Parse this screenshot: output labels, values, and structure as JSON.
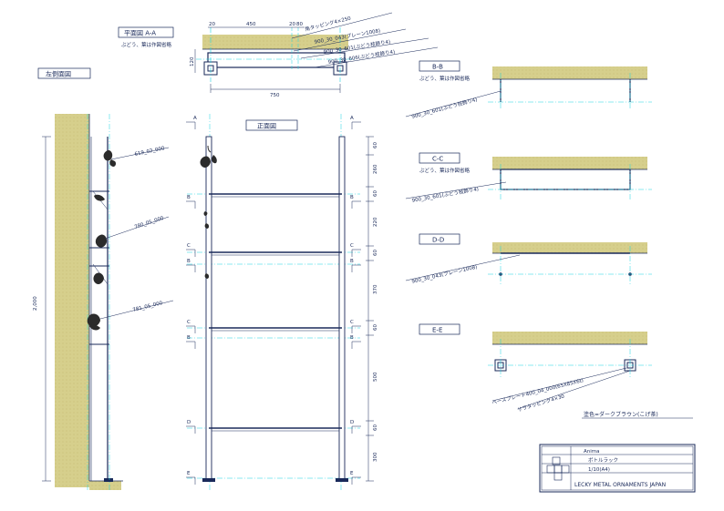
{
  "views": {
    "plan": {
      "title": "平面図 A-A",
      "note": "ぶどう、葉は作図省略"
    },
    "left_side": {
      "title": "左側面図"
    },
    "front": {
      "title": "正面図"
    },
    "bb": {
      "title": "B-B",
      "note": "ぶどう、葉は作図省略"
    },
    "cc": {
      "title": "C-C",
      "note": "ぶどう、葉は作図省略"
    },
    "dd": {
      "title": "D-D"
    },
    "ee": {
      "title": "E-E"
    }
  },
  "plan_dims": {
    "top": [
      "20",
      "450",
      "20",
      "80"
    ],
    "side": "120",
    "bottom": "750"
  },
  "plan_callouts": [
    "角タッピング4×250",
    "900_30_043(プレーン1008)",
    "900_30_601(ぶどう枝飾り4)",
    "900_30_606(ぶどう枝飾り4)"
  ],
  "side_callouts": [
    "619_02_000",
    "780_05_000",
    "781_05_000"
  ],
  "side_dim": "2,000",
  "section_callouts": {
    "bb": "900_30_601(ぶどう枝飾り4)",
    "cc": "900_30_601(ぶどう枝飾り4)",
    "dd": "900_30_043(プレーン1008)",
    "ee_1": "ベースプレート400_04_000(65X85X6t)",
    "ee_2": "サラタッピング4×30"
  },
  "section_letters": {
    "a": "A",
    "b": "B",
    "c": "C",
    "d": "D",
    "e": "E"
  },
  "front_dims": [
    "60",
    "260",
    "60",
    "220",
    "60",
    "370",
    "60",
    "500",
    "60",
    "300"
  ],
  "color_note": "塗色=ダークブラウン(こげ茶)",
  "title_block": {
    "client": "Anima",
    "name": "ボトルラック",
    "scale": "1/10(A4)",
    "company": "LECKY METAL ORNAMENTS JAPAN"
  },
  "colors": {
    "wall": "#d6cf8c",
    "line": "#1a2a5a",
    "center": "#19d3e0",
    "leaf": "#2b2b2b"
  }
}
